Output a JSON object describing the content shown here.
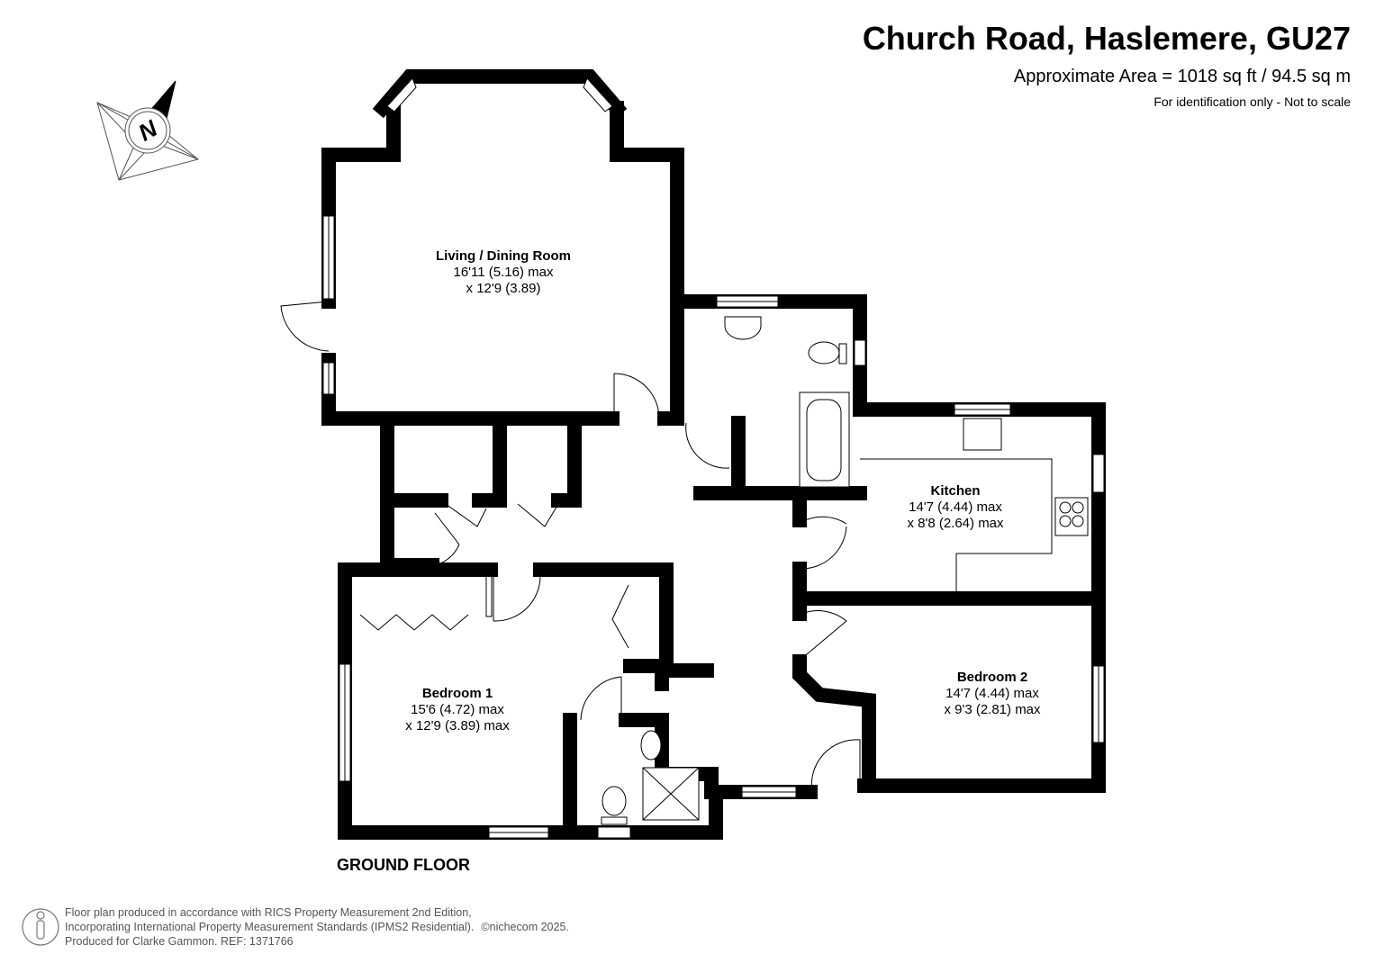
{
  "header": {
    "title": "Church Road, Haslemere, GU27",
    "area": "Approximate Area = 1018 sq ft / 94.5 sq m",
    "note": "For identification only - Not to scale"
  },
  "compass": {
    "label": "N"
  },
  "rooms": [
    {
      "name": "Living / Dining Room",
      "dim1": "16'11 (5.16) max",
      "dim2": "x 12'9 (3.89)"
    },
    {
      "name": "Kitchen",
      "dim1": "14'7 (4.44) max",
      "dim2": "x 8'8 (2.64) max"
    },
    {
      "name": "Bedroom 1",
      "dim1": "15'6 (4.72) max",
      "dim2": "x 12'9 (3.89) max"
    },
    {
      "name": "Bedroom 2",
      "dim1": "14'7 (4.44) max",
      "dim2": "x 9'3 (2.81) max"
    }
  ],
  "floor_label": "GROUND FLOOR",
  "footer": {
    "line1": "Floor plan produced in accordance with RICS Property Measurement 2nd Edition,",
    "line2": "Incorporating International Property Measurement Standards (IPMS2 Residential).",
    "copyright": "©nichecom 2025.",
    "line3": "Produced for Clarke Gammon.   REF:  1371766"
  }
}
